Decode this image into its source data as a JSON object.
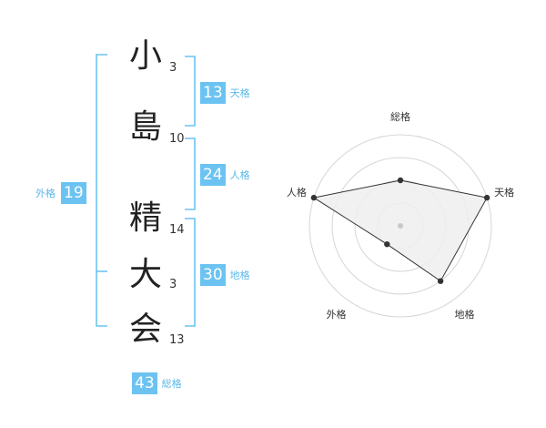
{
  "characters": [
    {
      "char": "小",
      "strokes": "3"
    },
    {
      "char": "島",
      "strokes": "10"
    },
    {
      "char": "精",
      "strokes": "14"
    },
    {
      "char": "大",
      "strokes": "3"
    },
    {
      "char": "会",
      "strokes": "13"
    }
  ],
  "fortunes": {
    "tenkaku": {
      "label": "天格",
      "value": "13"
    },
    "jinkaku": {
      "label": "人格",
      "value": "24"
    },
    "chikaku": {
      "label": "地格",
      "value": "30"
    },
    "gaikaku": {
      "label": "外格",
      "value": "19"
    },
    "soukaku": {
      "label": "総格",
      "value": "43"
    }
  },
  "radar": {
    "axes": [
      "総格",
      "天格",
      "地格",
      "外格",
      "人格"
    ],
    "values": [
      0.5,
      1.0,
      0.75,
      0.25,
      1.0
    ],
    "rings": 4,
    "colors": {
      "ring": "#d6d6d6",
      "fill": "#eeeeee",
      "line": "#333333",
      "point": "#333333",
      "center": "#c8c8c8"
    }
  },
  "colors": {
    "bracket": "#6cc3f2",
    "badge_bg": "#6cc3f2",
    "badge_text": "#ffffff",
    "label_text": "#5bb7e8"
  }
}
